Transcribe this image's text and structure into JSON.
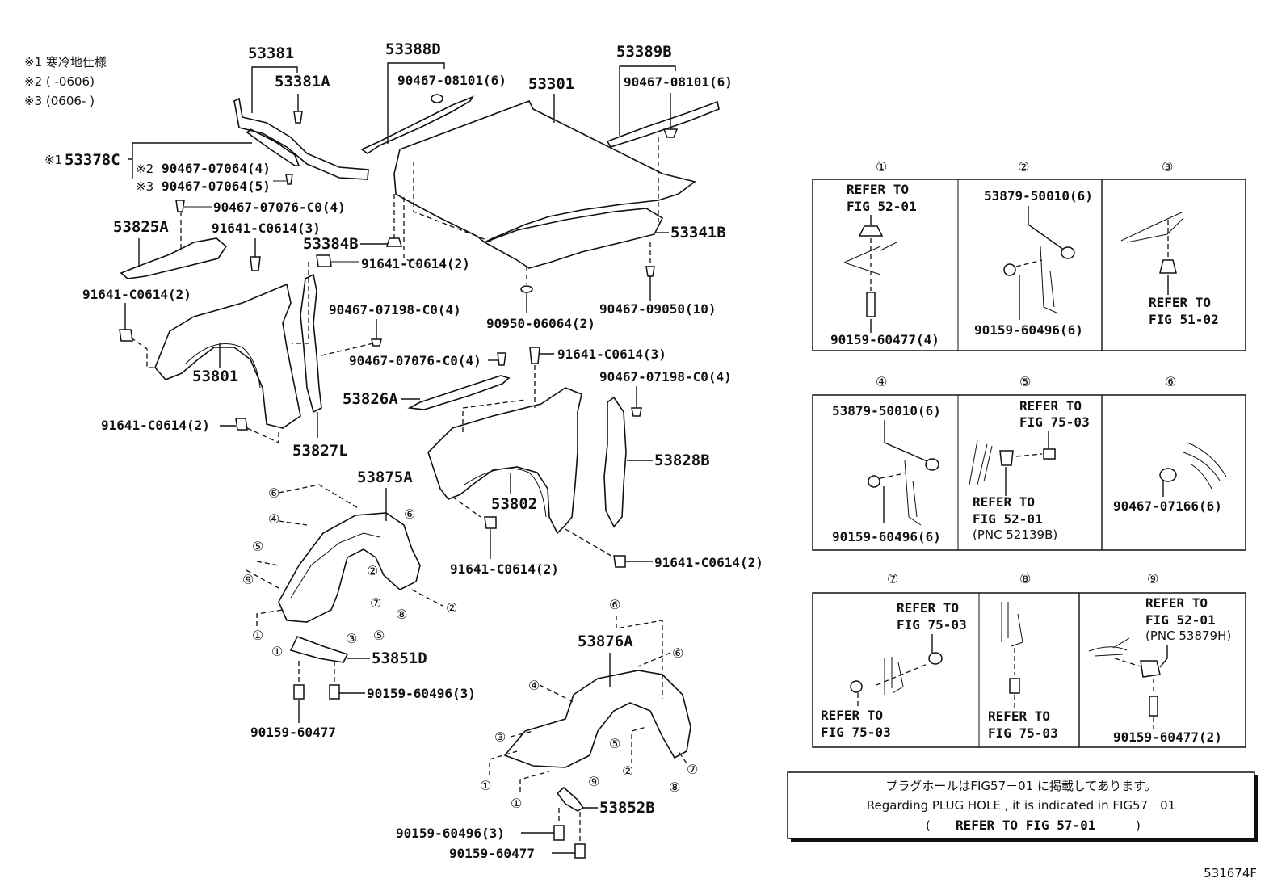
{
  "notes": {
    "n1": "※1 寒冷地仕様",
    "n2": "※2 (      -0606)",
    "n3": "※3 (0606-      )"
  },
  "labels": {
    "p53381": "53381",
    "p53381A": "53381A",
    "p53378C": "53378C",
    "p53378C_mark": "※1",
    "f9046707064_4": "90467-07064(4)",
    "f9046707064_4_mark": "※2",
    "f9046707064_5": "90467-07064(5)",
    "f9046707064_5_mark": "※3",
    "f9046707076_top": "90467-07076-C0(4)",
    "p53825A": "53825A",
    "f91641_3_top": "91641-C0614(3)",
    "p53388D": "53388D",
    "f9046708101_left": "90467-08101(6)",
    "p53301": "53301",
    "p53389B": "53389B",
    "f9046708101_right": "90467-08101(6)",
    "p53341B": "53341B",
    "p53384B": "53384B",
    "f91641_2_hood": "91641-C0614(2)",
    "f91641_2_left": "91641-C0614(2)",
    "f9046707198_mid": "90467-07198-C0(4)",
    "f9095006064": "90950-06064(2)",
    "f9046709050": "90467-09050(10)",
    "p53801": "53801",
    "f9046707076_mid": "90467-07076-C0(4)",
    "f91641_3_mid": "91641-C0614(3)",
    "f9046707198_right": "90467-07198-C0(4)",
    "p53826A": "53826A",
    "f91641_2_lower": "91641-C0614(2)",
    "p53827L": "53827L",
    "p53828B": "53828B",
    "p53802": "53802",
    "p53875A": "53875A",
    "f91641_2_b1": "91641-C0614(2)",
    "f91641_2_b2": "91641-C0614(2)",
    "p53851D": "53851D",
    "f9015960496_3_a": "90159-60496(3)",
    "f9015960477_a": "90159-60477",
    "p53876A": "53876A",
    "p53852B": "53852B",
    "f9015960496_3_b": "90159-60496(3)",
    "f9015960477_b": "90159-60477"
  },
  "callouts": {
    "c1": "①",
    "c2": "②",
    "c3": "③",
    "c4": "④",
    "c5": "⑤",
    "c6": "⑥",
    "c7": "⑦",
    "c8": "⑧",
    "c9": "⑨"
  },
  "details": [
    {
      "id": "①",
      "lines": [
        "REFER TO",
        "FIG 52-01"
      ],
      "part": "90159-60477(4)"
    },
    {
      "id": "②",
      "top": "53879-50010(6)",
      "part": "90159-60496(6)"
    },
    {
      "id": "③",
      "lines": [
        "REFER TO",
        "FIG 51-02"
      ]
    },
    {
      "id": "④",
      "top": "53879-50010(6)",
      "part": "90159-60496(6)"
    },
    {
      "id": "⑤",
      "lines_top": [
        "REFER TO",
        "FIG 75-03"
      ],
      "lines_bottom": [
        "REFER TO",
        "FIG 52-01"
      ],
      "pnc": "(PNC 52139B)"
    },
    {
      "id": "⑥",
      "part": "90467-07166(6)"
    },
    {
      "id": "⑦",
      "lines_top": [
        "REFER TO",
        "FIG 75-03"
      ],
      "lines_bottom": [
        "REFER TO",
        "FIG 75-03"
      ]
    },
    {
      "id": "⑧",
      "lines_bottom": [
        "REFER TO",
        "FIG 75-03"
      ]
    },
    {
      "id": "⑨",
      "lines_top": [
        "REFER TO",
        "FIG 52-01"
      ],
      "pnc": "(PNC 53879H)",
      "part": "90159-60477(2)"
    }
  ],
  "plug_note": {
    "jp": "プラグホールはFIG57－01 に掲載してあります。",
    "en": "Regarding  PLUG  HOLE  , it  is  indicated  in  FIG57－01",
    "ref_open": "(",
    "ref": "REFER TO FIG 57-01",
    "ref_close": ")"
  },
  "figure_id": "531674F"
}
